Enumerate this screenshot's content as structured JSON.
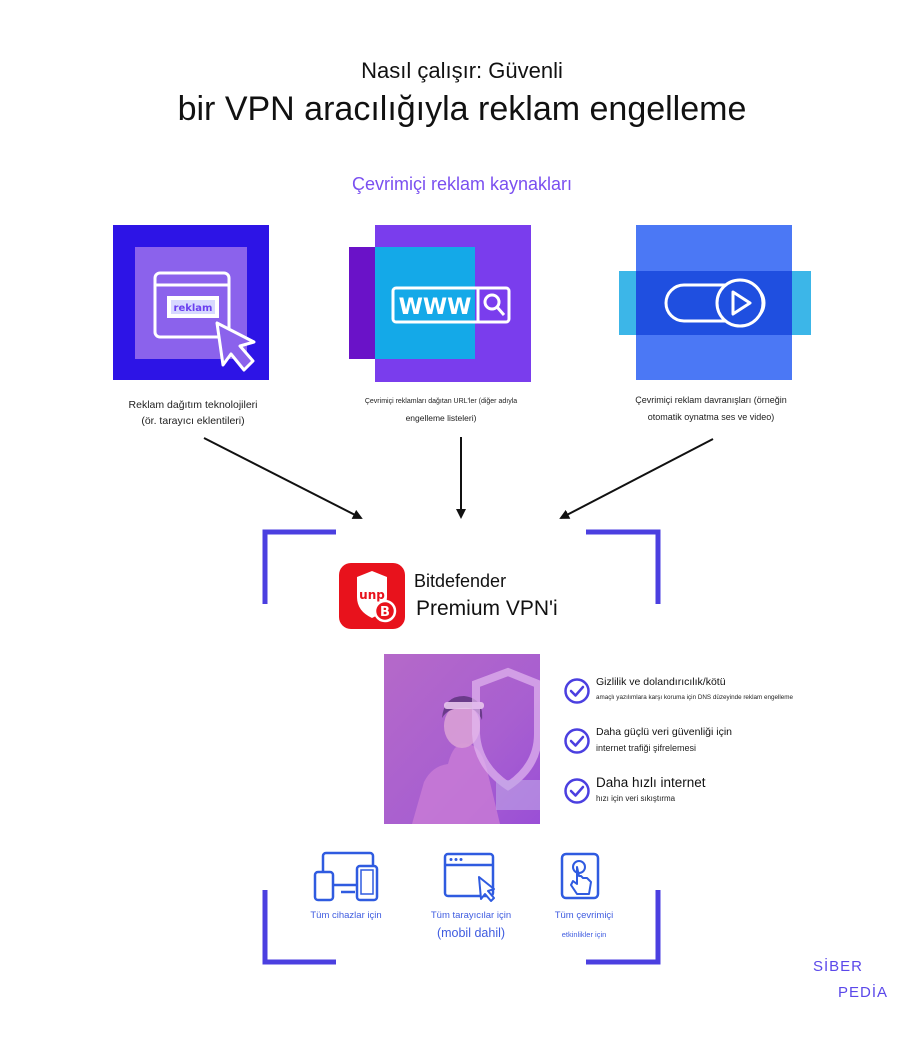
{
  "header": {
    "title_line1": "Nasıl çalışır: Güvenli",
    "title_line2": "bir VPN aracılığıyla reklam engelleme"
  },
  "sources": {
    "heading": "Çevrimiçi reklam kaynakları",
    "items": [
      {
        "line1": "Reklam dağıtım teknolojileri",
        "line2": "(ör. tarayıcı eklentileri)",
        "icon": "browser-ad-cursor-icon",
        "badge": "reklam"
      },
      {
        "line1": "Çevrimiçi reklamları dağıtan URL'ler (diğer adıyla",
        "line2": "engelleme listeleri)",
        "icon": "www-search-icon",
        "badge": "WWW"
      },
      {
        "line1": "Çevrimiçi reklam davranışları (örneğin",
        "line2": "otomatik oynatma ses ve video)",
        "icon": "autoplay-toggle-icon"
      }
    ]
  },
  "vpn": {
    "logo_text": "unp",
    "name_line1": "Bitdefender",
    "name_line2": "Premium VPN'i"
  },
  "features": [
    {
      "title": "Gizlilik ve dolandırıcılık/kötü",
      "sub": "amaçlı yazılımlara karşı koruma için DNS düzeyinde reklam engelleme"
    },
    {
      "title": "Daha güçlü veri güvenliği için",
      "sub": "internet trafiği şifrelemesi"
    },
    {
      "title": "Daha hızlı internet",
      "sub": "hızı için veri sıkıştırma"
    }
  ],
  "devices": [
    {
      "label": "Tüm cihazlar için",
      "icon": "devices-icon"
    },
    {
      "label": "Tüm tarayıcılar için",
      "label2": "(mobil dahil)",
      "icon": "browser-window-cursor-icon"
    },
    {
      "label": "Tüm çevrimiçi",
      "label2": "etkinlikler için",
      "icon": "touch-screen-icon"
    }
  ],
  "brand": {
    "line1": "SİBER",
    "line2": "PEDİA"
  },
  "colors": {
    "accent_purple": "#7a4ff0",
    "deep_blue": "#2c14e8",
    "vpn_red": "#e8121c",
    "check_blue": "#4b3fe0",
    "frame_purple": "#4b3fe0"
  }
}
